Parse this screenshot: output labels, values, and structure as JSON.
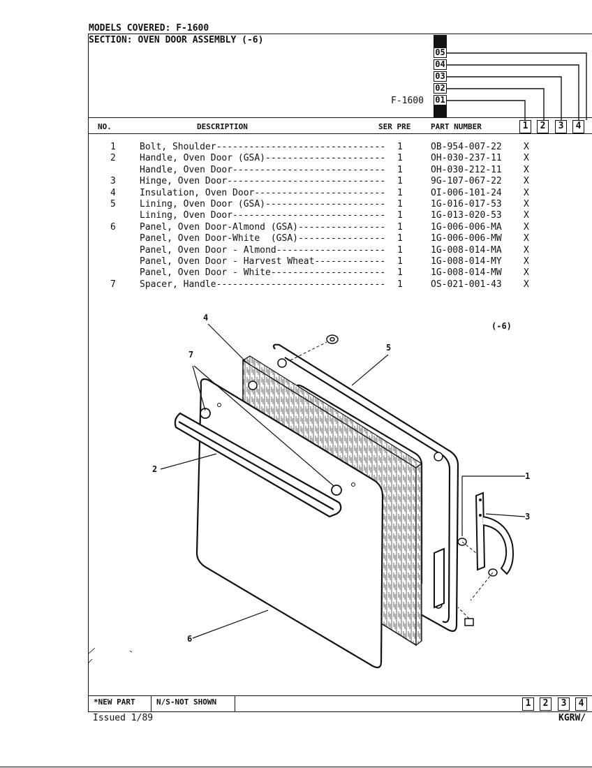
{
  "header": {
    "models_covered": "MODELS COVERED:  F-1600",
    "section": "SECTION:  OVEN DOOR ASSEMBLY (-6)",
    "model_label": "F-1600",
    "version_codes": [
      "05",
      "04",
      "03",
      "02",
      "01"
    ]
  },
  "columns": {
    "no": "NO.",
    "description": "DESCRIPTION",
    "ser_pre": "SER PRE",
    "part_number": "PART NUMBER",
    "model_numbers": [
      "1",
      "2",
      "3",
      "4"
    ]
  },
  "parts": [
    {
      "no": "1",
      "description": "Bolt, Shoulder-------------------------------",
      "qty": "1",
      "part_number": "OB-954-007-22",
      "mark": "X"
    },
    {
      "no": "2",
      "description": "Handle, Oven Door (GSA)----------------------",
      "qty": "1",
      "part_number": "OH-030-237-11",
      "mark": "X"
    },
    {
      "no": "",
      "description": "Handle, Oven Door----------------------------",
      "qty": "1",
      "part_number": "OH-030-212-11",
      "mark": "X"
    },
    {
      "no": "3",
      "description": "Hinge, Oven Door-----------------------------",
      "qty": "1",
      "part_number": "9G-107-067-22",
      "mark": "X"
    },
    {
      "no": "4",
      "description": "Insulation, Oven Door------------------------",
      "qty": "1",
      "part_number": "OI-006-101-24",
      "mark": "X"
    },
    {
      "no": "5",
      "description": "Lining, Oven Door (GSA)----------------------",
      "qty": "1",
      "part_number": "1G-016-017-53",
      "mark": "X"
    },
    {
      "no": "",
      "description": "Lining, Oven Door----------------------------",
      "qty": "1",
      "part_number": "1G-013-020-53",
      "mark": "X"
    },
    {
      "no": "6",
      "description": "Panel, Oven Door-Almond (GSA)----------------",
      "qty": "1",
      "part_number": "1G-006-006-MA",
      "mark": "X"
    },
    {
      "no": "",
      "description": "Panel, Oven Door-White  (GSA)----------------",
      "qty": "1",
      "part_number": "1G-006-006-MW",
      "mark": "X"
    },
    {
      "no": "",
      "description": "Panel, Oven Door - Almond--------------------",
      "qty": "1",
      "part_number": "1G-008-014-MA",
      "mark": "X"
    },
    {
      "no": "",
      "description": "Panel, Oven Door - Harvest Wheat-------------",
      "qty": "1",
      "part_number": "1G-008-014-MY",
      "mark": "X"
    },
    {
      "no": "",
      "description": "Panel, Oven Door - White---------------------",
      "qty": "1",
      "part_number": "1G-008-014-MW",
      "mark": "X"
    },
    {
      "no": "7",
      "description": "Spacer, Handle-------------------------------",
      "qty": "1",
      "part_number": "OS-021-001-43",
      "mark": "X"
    }
  ],
  "diagram": {
    "assembly_label": "(-6)",
    "callouts": [
      "4",
      "5",
      "7",
      "2",
      "1",
      "3",
      "6"
    ]
  },
  "footer": {
    "new_part": "*NEW PART",
    "not_shown": "N/S-NOT SHOWN",
    "issued": "Issued 1/89",
    "code": "KGRW/",
    "model_numbers": [
      "1",
      "2",
      "3",
      "4"
    ]
  }
}
